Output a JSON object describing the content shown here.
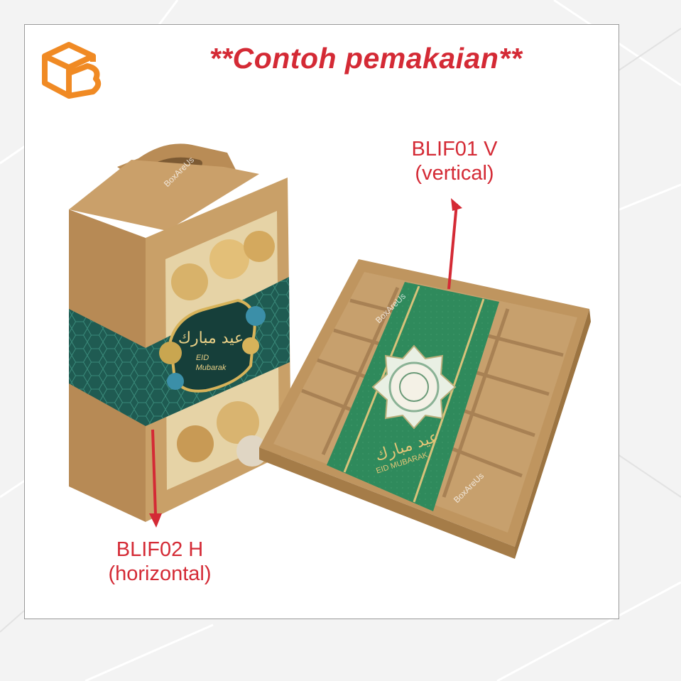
{
  "header": {
    "title": "**Contoh pemakaian**"
  },
  "labels": {
    "vertical_line1": "BLIF01 V",
    "vertical_line2": "(vertical)",
    "horizontal_line1": "BLIF02 H",
    "horizontal_line2": "(horizontal)"
  },
  "bands": {
    "tray_arabic": "عيد مبارك",
    "tray_en": "EID MUBARAK",
    "box_arabic": "عيد مبارك",
    "box_line1": "EID",
    "box_line2": "Mubarak"
  },
  "watermark": {
    "text": "BoxAreUs"
  },
  "logo": {
    "icon": "box-b-logo-icon"
  },
  "colors": {
    "accent_red": "#d42a35",
    "logo_orange": "#f08a24",
    "kraft": "#c49a63",
    "green_band": "#2f8a5c",
    "teal_band": "#1f5b52"
  }
}
